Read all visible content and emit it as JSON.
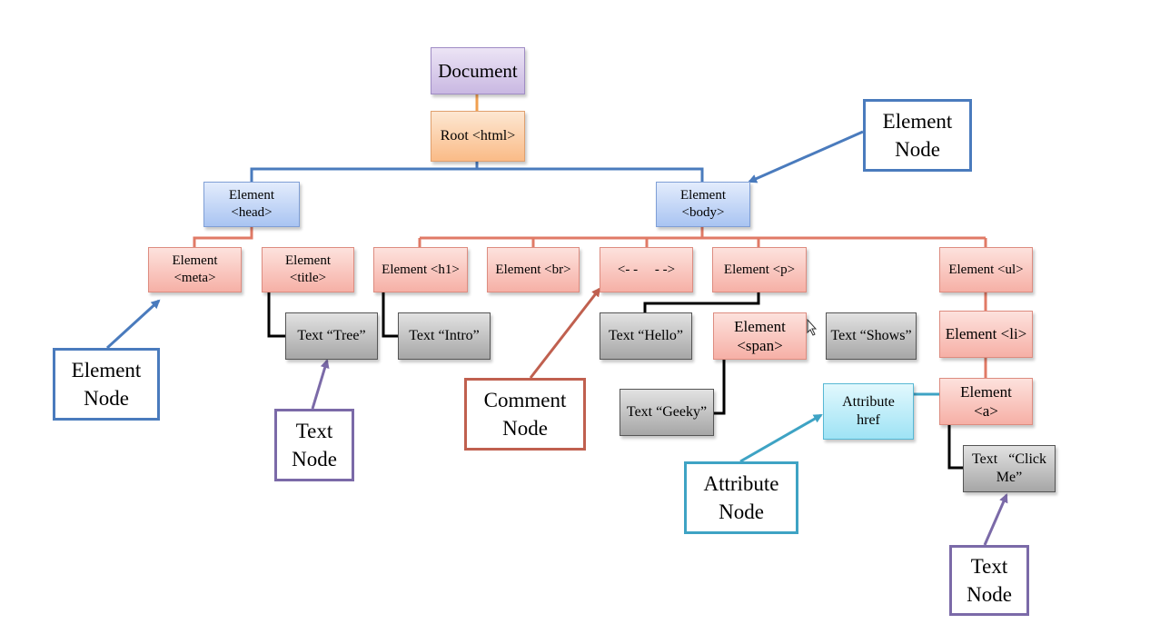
{
  "nodes": {
    "document": "Document",
    "root_html": "Root <html>",
    "element_head": "Element\n<head>",
    "element_body": "Element\n<body>",
    "element_meta": "Element\n<meta>",
    "element_title": "Element\n<title>",
    "element_h1": "Element <h1>",
    "element_br": "Element <br>",
    "comment": "<- -     - ->",
    "element_p": "Element <p>",
    "element_ul": "Element <ul>",
    "element_li": "Element <li>",
    "element_span": "Element\n<span>",
    "element_a": "Element\n<a>",
    "attribute_href": "Attribute\nhref",
    "text_tree": "Text “Tree”",
    "text_intro": "Text “Intro”",
    "text_hello": "Text “Hello”",
    "text_shows": "Text “Shows”",
    "text_geeky": "Text “Geeky”",
    "text_click_me": "Text   “Click\nMe”"
  },
  "labels": {
    "element_node_top": "Element\nNode",
    "element_node_left": "Element\nNode",
    "text_node_left": "Text\nNode",
    "comment_node": "Comment\nNode",
    "attribute_node": "Attribute\nNode",
    "text_node_bottom": "Text\nNode"
  },
  "colors": {
    "body_links": "#e07a66",
    "head_links": "#4a7bbd",
    "root_link": "#f0a050",
    "text_links": "#000000",
    "attribute_link": "#3ea3c4"
  }
}
